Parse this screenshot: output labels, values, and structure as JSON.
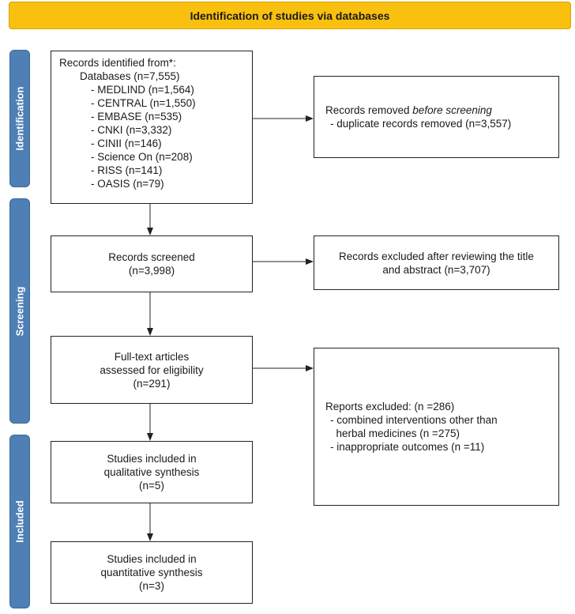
{
  "header": {
    "title": "Identification of studies via databases"
  },
  "stages": {
    "identification": "Identification",
    "screening": "Screening",
    "included": "Included"
  },
  "records_identified": {
    "title": "Records identified from*:",
    "databases": "Databases (n=7,555)",
    "sources": [
      "- MEDLIND (n=1,564)",
      "- CENTRAL (n=1,550)",
      "- EMBASE (n=535)",
      "- CNKI (n=3,332)",
      "- CINII (n=146)",
      "- Science On (n=208)",
      "- RISS (n=141)",
      "- OASIS (n=79)"
    ]
  },
  "records_removed": {
    "prefix": "Records removed ",
    "emphasis": "before screening",
    "detail": "- duplicate records removed (n=3,557)"
  },
  "records_screened": {
    "line1": "Records screened",
    "line2": "(n=3,998)"
  },
  "records_excluded": {
    "line1": "Records excluded after reviewing the title",
    "line2": "and abstract (n=3,707)"
  },
  "fulltext": {
    "line1": "Full-text articles",
    "line2": "assessed for eligibility",
    "line3": "(n=291)"
  },
  "reports_excluded": {
    "title": "Reports excluded: (n =286)",
    "items": [
      "- combined interventions other than",
      "  herbal medicines (n =275)",
      "- inappropriate outcomes (n =11)"
    ]
  },
  "qualitative": {
    "line1": "Studies included in",
    "line2": "qualitative synthesis",
    "line3": "(n=5)"
  },
  "quantitative": {
    "line1": "Studies included in",
    "line2": "quantitative synthesis",
    "line3": "(n=3)"
  }
}
